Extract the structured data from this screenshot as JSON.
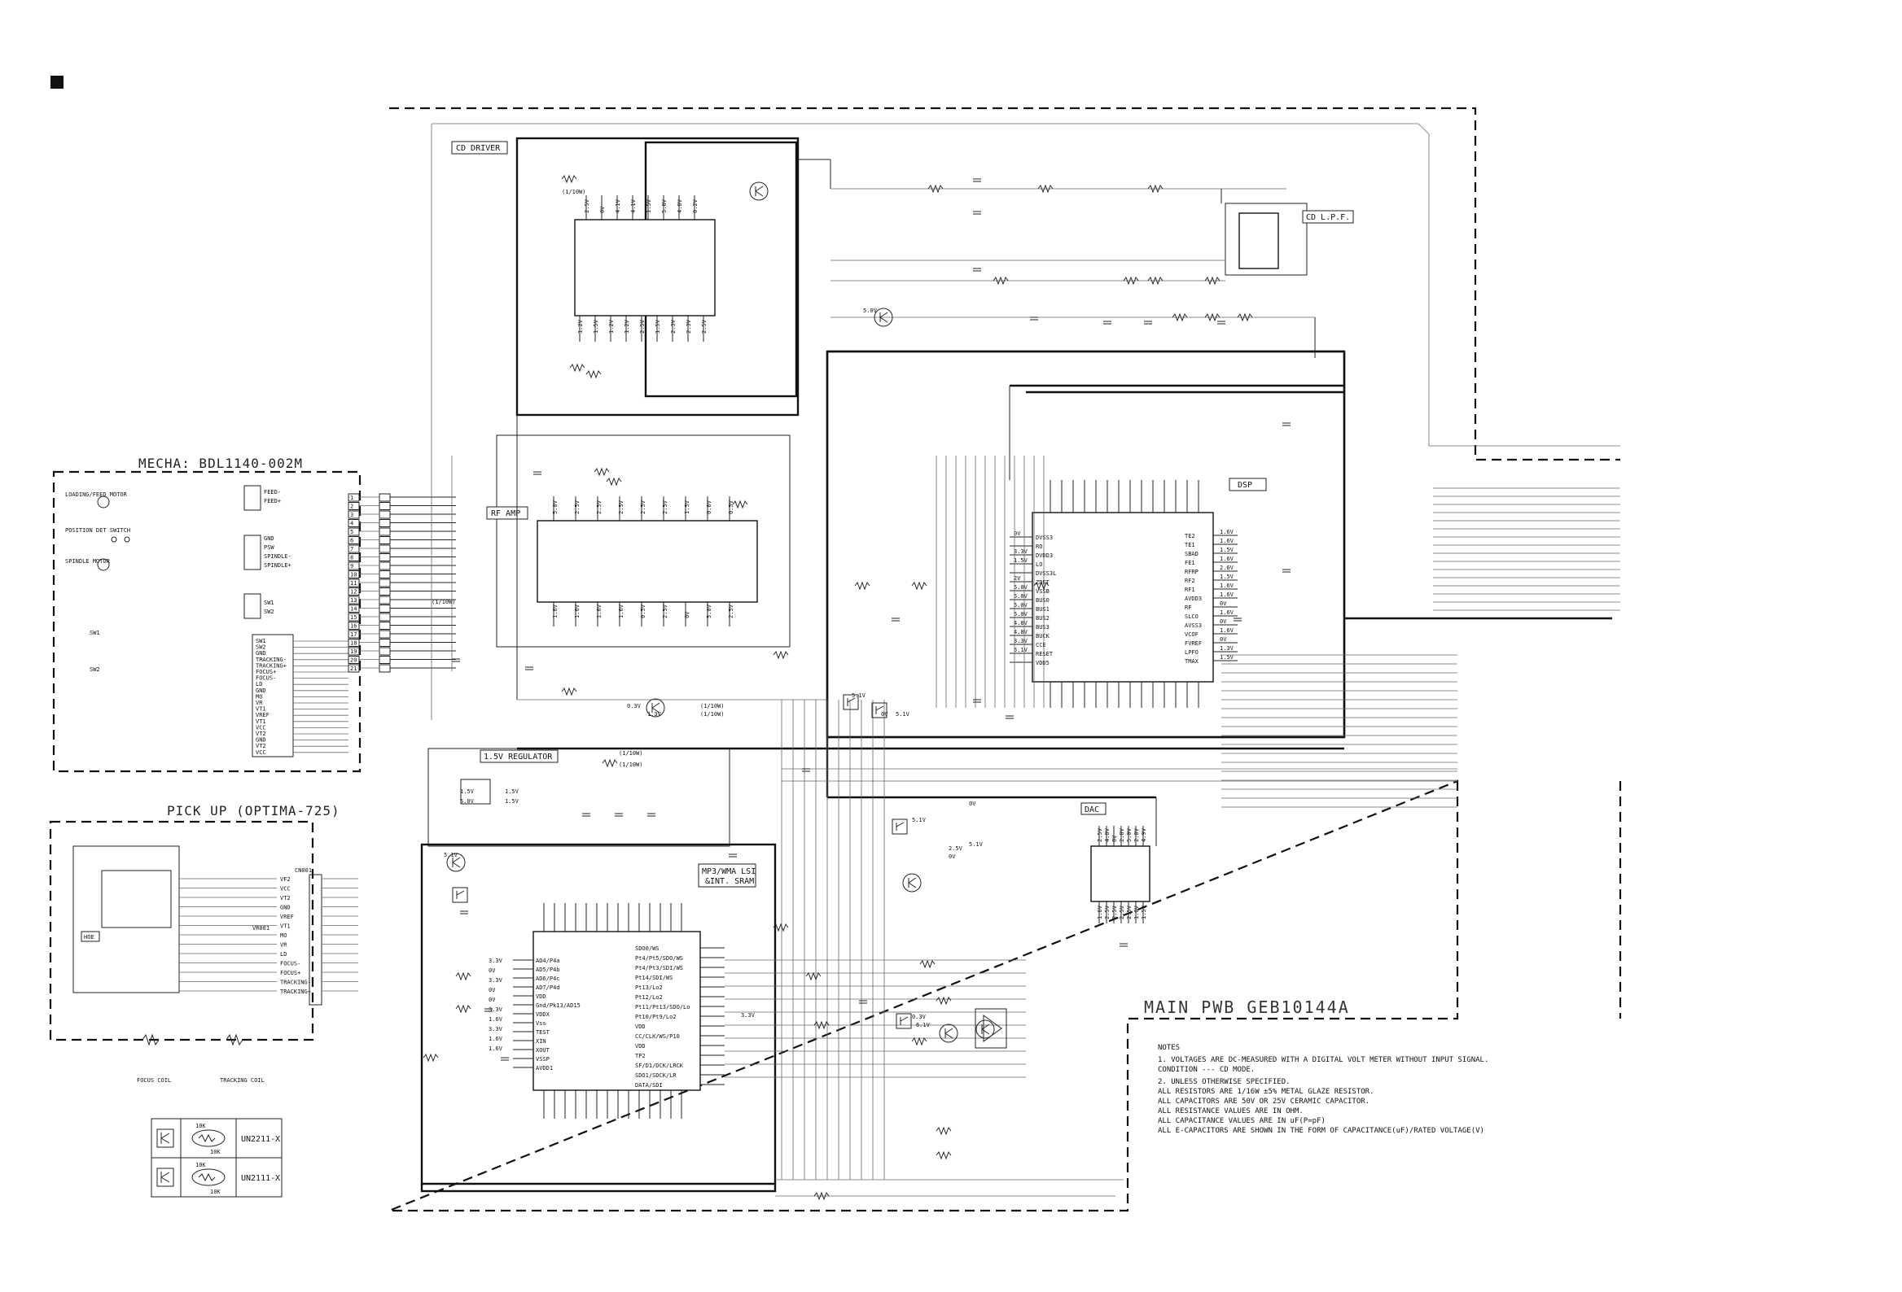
{
  "blocks": {
    "mecha": "MECHA: BDL1140-002M",
    "pickup": "PICK UP  (OPTIMA-725)",
    "cd_driver": "CD DRIVER",
    "rf_amp": "RF AMP",
    "dsp": "DSP",
    "cd_lpf": "CD L.P.F.",
    "reg": "1.5V REGULATOR",
    "mp3": "MP3/WMA LSI",
    "mp3_sub": "&INT. SRAM",
    "dac": "DAC",
    "main_pwb": "MAIN PWB GEB10144A"
  },
  "mecha_labels": {
    "loading": "LOADING/FEED MOTOR",
    "position": "POSITION DET SWITCH",
    "spindle": "SPINDLE MOTOR",
    "sw1": "SW1",
    "sw2": "SW2",
    "feed_minus": "FEED-",
    "feed_plus": "FEED+",
    "gnd": "GND",
    "psw": "PSW",
    "spindle_minus": "SPINDLE-",
    "spindle_plus": "SPINDLE+",
    "sw1_pin": "SW1",
    "sw2_pin": "SW2"
  },
  "pickup_labels": {
    "hoe": "HOE",
    "cn001": "CN001",
    "vr001": "VR001",
    "focus_coil": "FOCUS COIL",
    "tracking_coil": "TRACKING COIL"
  },
  "legend": {
    "r1": "10K",
    "r2": "10K",
    "r3": "10K",
    "r4": "10K",
    "part1": "UN2211-X",
    "part2": "UN2111-X"
  },
  "notes": {
    "title": "NOTES",
    "l1": "1. VOLTAGES ARE DC-MEASURED WITH A DIGITAL VOLT METER WITHOUT INPUT SIGNAL.",
    "l2": "   CONDITION --- CD MODE.",
    "l3": "2. UNLESS OTHERWISE SPECIFIED.",
    "l4": "   ALL RESISTORS ARE 1/16W ±5% METAL GLAZE RESISTOR.",
    "l5": "   ALL CAPACITORS ARE 50V OR 25V CERAMIC CAPACITOR.",
    "l6": "   ALL RESISTANCE VALUES ARE IN OHM.",
    "l7": "   ALL CAPACITANCE VALUES ARE IN uF(P=pF)",
    "l8": "   ALL E-CAPACITORS ARE SHOWN IN THE FORM OF CAPACITANCE(uF)/RATED VOLTAGE(V)"
  },
  "rf_pins_top": [
    "5.0V",
    "2.5V",
    "2.5V",
    "2.5V",
    "2.5V",
    "2.5V",
    "1.5V",
    "0.6V",
    "0.5V"
  ],
  "rf_pins_bot": [
    "1.6V",
    "1.6V",
    "1.6V",
    "1.6V",
    "0.5V",
    "2.5V",
    "0V",
    "5.0V",
    "2.5V"
  ],
  "cd_pins_top": [
    "2.5V",
    "0V",
    "4.1V",
    "4.1V",
    "1.5V",
    "5.0V",
    "4.8V",
    "0.2V"
  ],
  "cd_pins_bot": [
    "1.2V",
    "1.5V",
    "1.2V",
    "1.2V",
    "2.5V",
    "1.5V",
    "2.3V",
    "2.3V",
    "2.5V"
  ],
  "dsp_left": [
    "DVSS3",
    "RO",
    "DVDD3",
    "LO",
    "DVSS3L",
    "ZDET",
    "VSSB",
    "BUS0",
    "BUS1",
    "BUS2",
    "BUS3",
    "BUCK",
    "CCE",
    "RESET",
    "VDD5"
  ],
  "dsp_right": [
    "TE2",
    "TE1",
    "SBAD",
    "FE1",
    "RFRP",
    "RF2",
    "RF1",
    "AVDD3",
    "RF",
    "SLCO",
    "AVSS3",
    "VCOF",
    "FVREF",
    "LPFO",
    "TMAX"
  ],
  "dsp_volts_left": [
    "0V",
    "",
    "3.3V",
    "1.5V",
    "",
    "2V",
    "5.0V",
    "5.0V",
    "5.0V",
    "5.0V",
    "4.8V",
    "4.8V",
    "3.3V",
    "5.1V"
  ],
  "dsp_volts_right": [
    "1.6V",
    "1.6V",
    "1.5V",
    "1.6V",
    "2.6V",
    "1.5V",
    "1.6V",
    "1.6V",
    "0V",
    "1.6V",
    "0V",
    "1.6V",
    "0V",
    "1.3V",
    "1.5V"
  ],
  "mp3_left": [
    "AD4/P4a",
    "AD5/P4b",
    "AD6/P4c",
    "AD7/P4d",
    "VDD",
    "Gnd/Pk13/AD15",
    "VDDX",
    "Vss",
    "TEST",
    "XIN",
    "XOUT",
    "VSSP",
    "AVDD1"
  ],
  "mp3_right": [
    "SDO0/WS",
    "Pt4/Pt5/SDO/WS",
    "Pt4/Pt3/SDI/WS",
    "Pt14/SDI/WS",
    "Pt13/Lo2",
    "Pt12/Lo2",
    "Pt11/Pt13/SDO/Lo",
    "Pt10/Pt9/Lo2",
    "VDD",
    "CC/CLK/WS/P10",
    "VDD",
    "TP2",
    "SF/D1/DCK/LRCK",
    "SDO1/SDCK/LR",
    "DATA/SDI"
  ],
  "mp3_volts": [
    "3.3V",
    "0V",
    "3.3V",
    "0V",
    "0V",
    "3.3V",
    "1.6V",
    "3.3V",
    "1.6V",
    "1.6V"
  ],
  "dac_top": [
    "2.5V",
    "4.8V",
    "0V",
    "2.8V",
    "5.0V",
    "2.8V",
    "4.9V"
  ],
  "dac_bot": [
    "1.6V",
    "2.5V",
    "2.5V",
    "2.5V",
    "2.5V",
    "1.8V",
    "1.5V"
  ],
  "reg_volts": [
    "1.5V",
    "1.5V",
    "5.0V",
    "1.5V"
  ],
  "misc_volts": [
    "5.1V",
    "0V",
    "5.1V",
    "2.5V",
    "0V",
    "5.0V",
    "0.3V",
    "1.3V",
    "3.3V",
    "0.3V",
    "6.1V",
    "0V",
    "5.1V",
    "5.1V",
    "5.1V"
  ],
  "resistor_notes": [
    "(1/10W)",
    "(1/10W)",
    "(1/10W)",
    "(1/10W)",
    "(1/10W)",
    "(1/10W)"
  ],
  "connector_pins": [
    "1",
    "2",
    "3",
    "4",
    "5",
    "6",
    "7",
    "8",
    "9",
    "10",
    "11",
    "12",
    "13",
    "14",
    "15",
    "16",
    "17",
    "18",
    "19",
    "20",
    "21"
  ],
  "conn_left_labels": [
    "SW1",
    "SW2",
    "GND",
    "TRACKING-",
    "TRACKING+",
    "FOCUS+",
    "FOCUS-",
    "LD",
    "GND",
    "MO",
    "VR",
    "VT1",
    "VREF",
    "VT1",
    "VCC",
    "VT2",
    "GND",
    "VT2",
    "VCC"
  ],
  "pickup_conn": [
    "VF2",
    "VCC",
    "VT2",
    "GND",
    "VREF",
    "VT1",
    "MO",
    "VR",
    "LD",
    "FOCUS-",
    "FOCUS+",
    "TRACKING-",
    "TRACKING+"
  ]
}
